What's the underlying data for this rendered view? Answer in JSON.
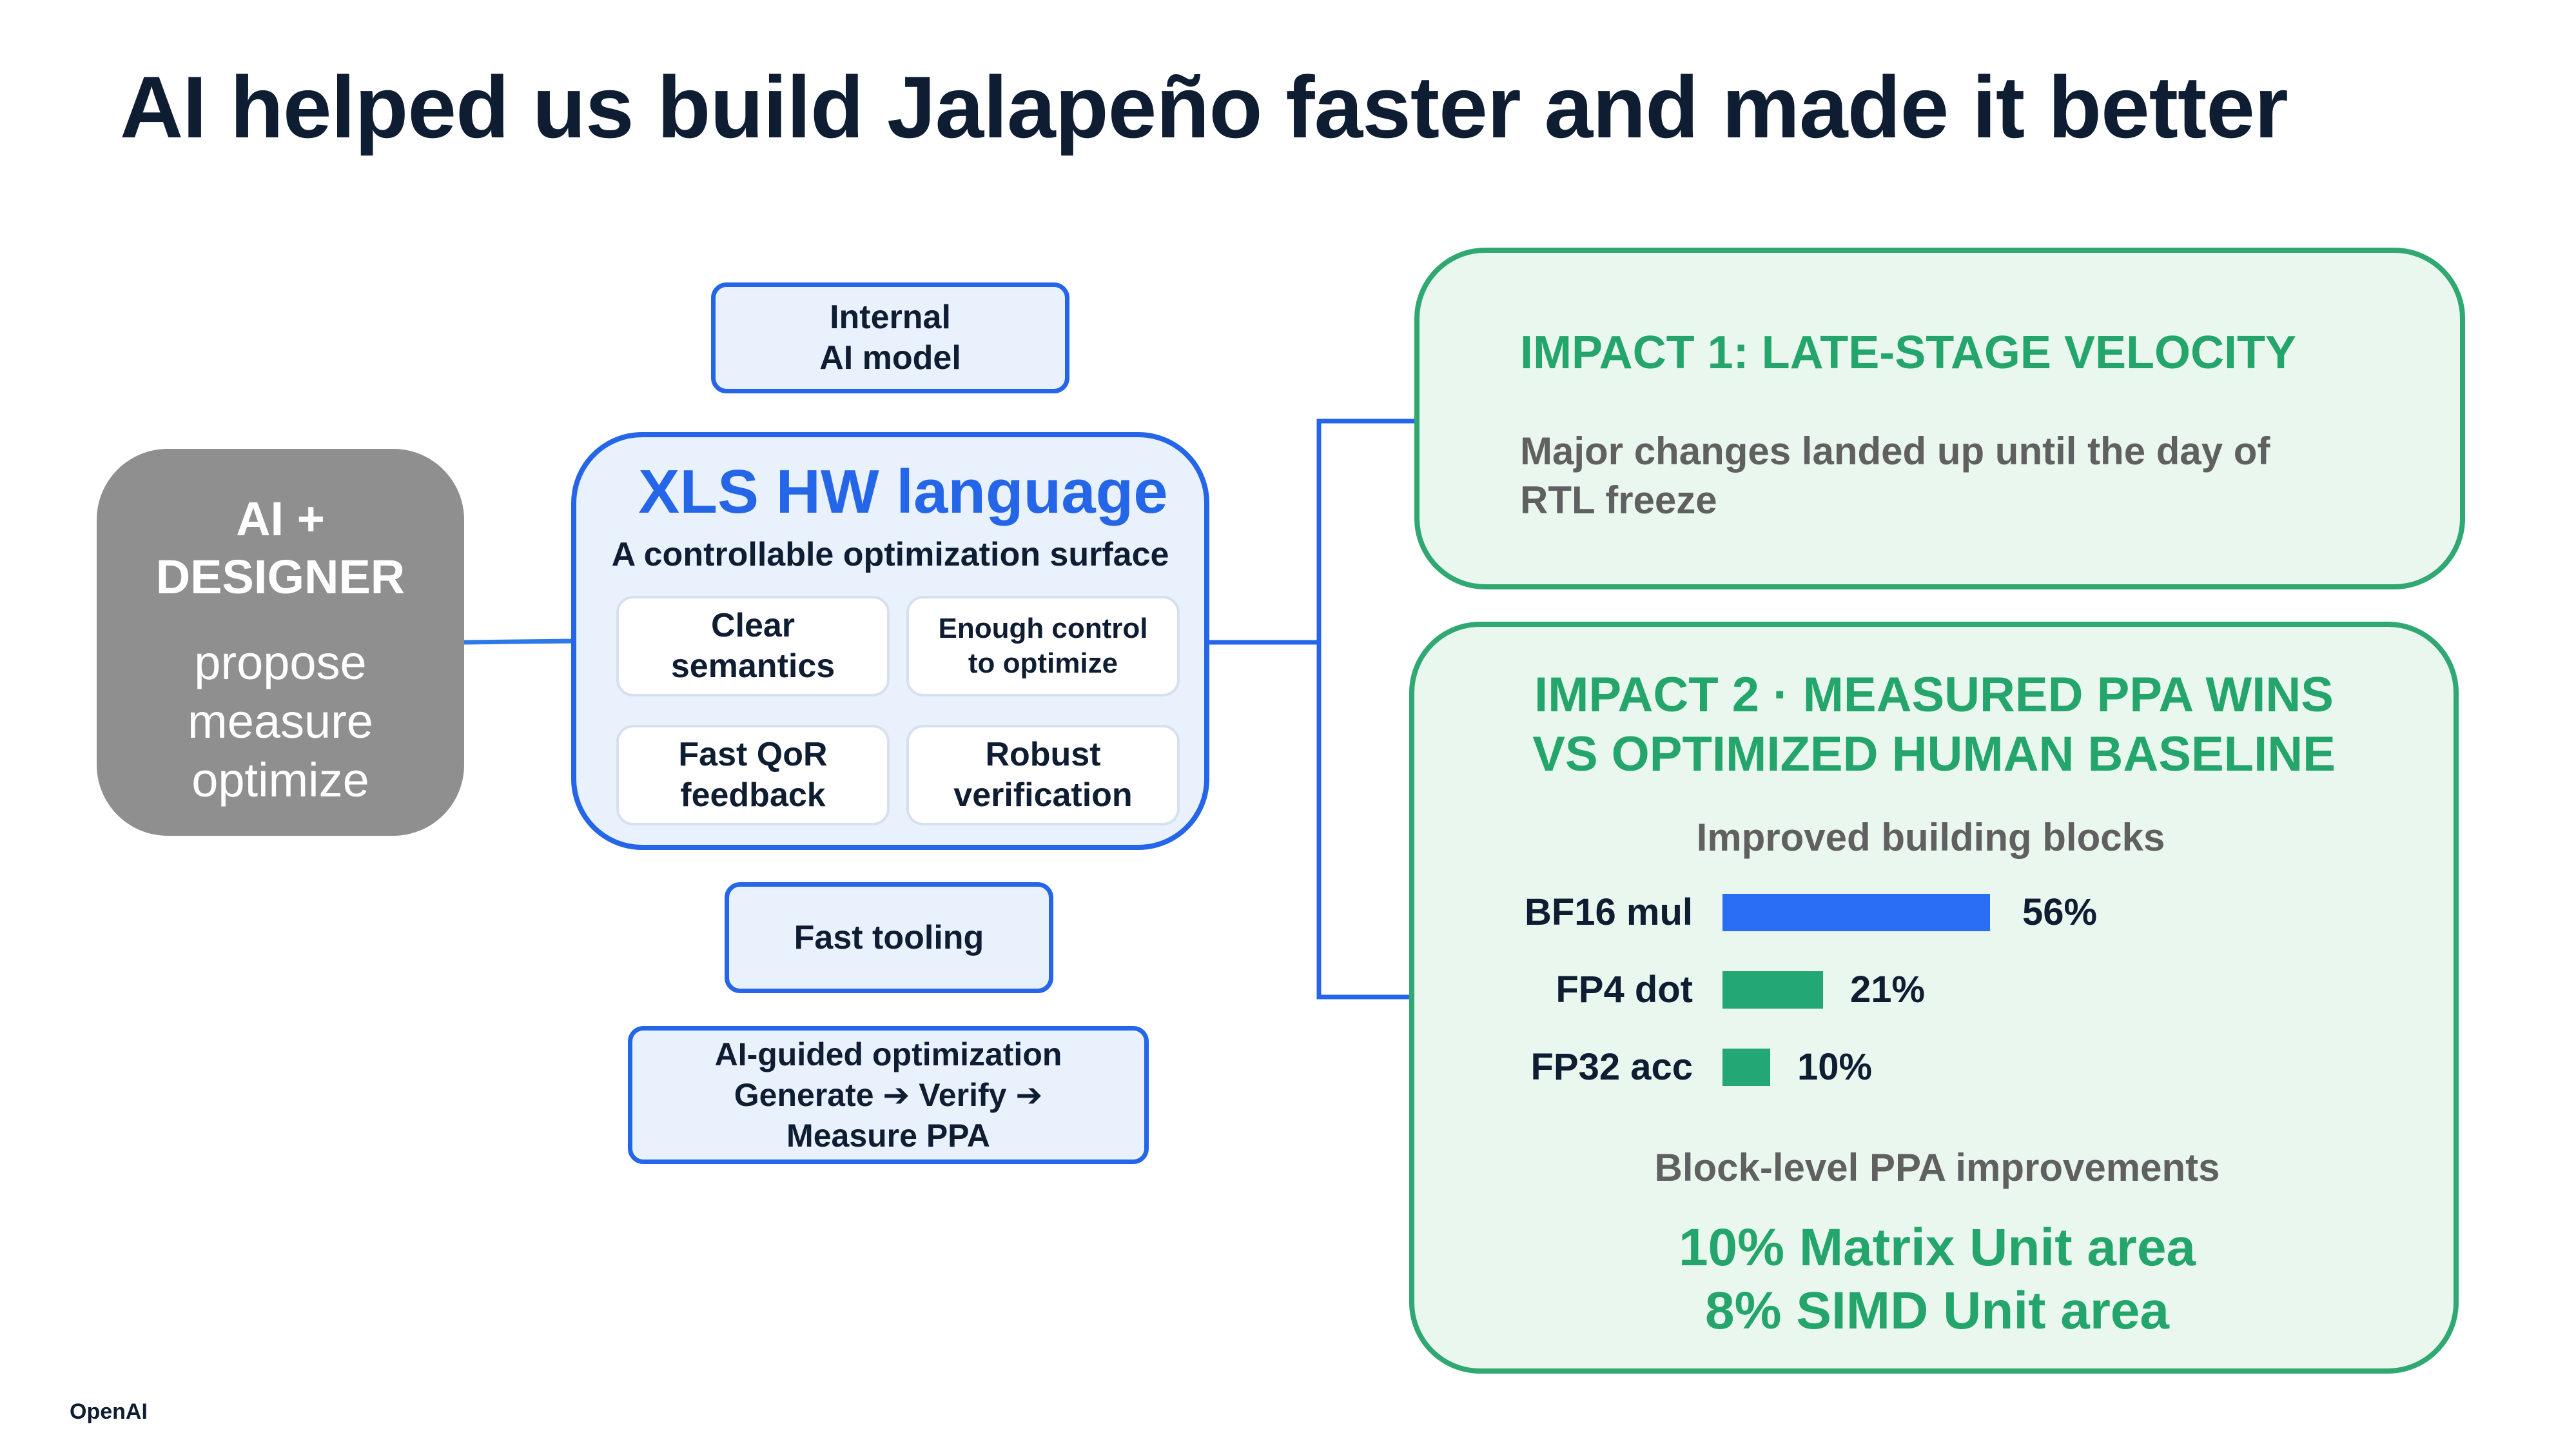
{
  "title": "AI helped us build Jalapeño faster and made it better",
  "designer": {
    "heading_line1": "AI +",
    "heading_line2": "DESIGNER",
    "steps": [
      "propose",
      "measure",
      "optimize"
    ]
  },
  "internal_model": {
    "line1": "Internal",
    "line2": "AI model"
  },
  "xls": {
    "title": "XLS HW language",
    "subtitle": "A controllable optimization surface",
    "cells": [
      {
        "line1": "Clear",
        "line2": "semantics"
      },
      {
        "line1": "Enough control",
        "line2": "to optimize"
      },
      {
        "line1": "Fast QoR",
        "line2": "feedback"
      },
      {
        "line1": "Robust",
        "line2": "verification"
      }
    ]
  },
  "fast_tooling": "Fast tooling",
  "ai_guided": {
    "line1": "AI-guided optimization",
    "line2": "Generate ➔ Verify ➔",
    "line3": "Measure PPA"
  },
  "impact1": {
    "heading": "IMPACT 1: LATE-STAGE VELOCITY",
    "body_line1": "Major changes landed up until the day of",
    "body_line2": "RTL freeze"
  },
  "impact2": {
    "heading_line1": "IMPACT 2 · MEASURED PPA WINS",
    "heading_line2": "VS OPTIMIZED HUMAN BASELINE",
    "blocks_label": "Improved building blocks",
    "ppa_label": "Block-level PPA improvements",
    "result1": "10% Matrix Unit area",
    "result2": "8% SIMD Unit area"
  },
  "chart_data": {
    "type": "bar",
    "orientation": "horizontal",
    "categories": [
      "BF16 mul",
      "FP4 dot",
      "FP32 acc"
    ],
    "values": [
      56,
      21,
      10
    ],
    "value_labels": [
      "56%",
      "21%",
      "10%"
    ],
    "colors": [
      "#2a6ef5",
      "#23a775",
      "#23a775"
    ]
  },
  "brand": "OpenAI",
  "colors": {
    "blue": "#2566e8",
    "green": "#23a56b",
    "gray_box": "#8f8f8f",
    "navy": "#0f1d33"
  }
}
